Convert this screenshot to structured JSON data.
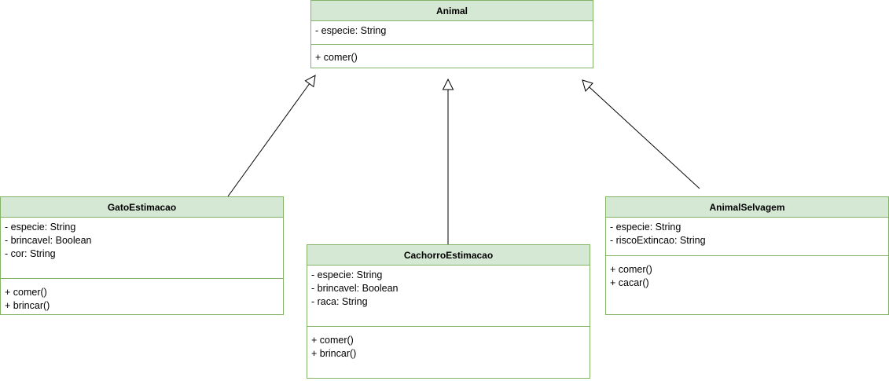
{
  "classes": {
    "animal": {
      "name": "Animal",
      "attributes": [
        "- especie: String"
      ],
      "methods": [
        "+ comer()"
      ]
    },
    "gato": {
      "name": "GatoEstimacao",
      "attributes": [
        "- especie: String",
        "- brincavel: Boolean",
        "- cor: String"
      ],
      "methods": [
        "+ comer()",
        "+ brincar()"
      ]
    },
    "cachorro": {
      "name": "CachorroEstimacao",
      "attributes": [
        "- especie: String",
        "- brincavel: Boolean",
        "- raca: String"
      ],
      "methods": [
        "+ comer()",
        "+ brincar()"
      ]
    },
    "selvagem": {
      "name": "AnimalSelvagem",
      "attributes": [
        "- especie: String",
        "- riscoExtincao: String"
      ],
      "methods": [
        "+ comer()",
        "+ cacar()"
      ]
    }
  },
  "relations": [
    {
      "from": "GatoEstimacao",
      "to": "Animal",
      "type": "generalization"
    },
    {
      "from": "CachorroEstimacao",
      "to": "Animal",
      "type": "generalization"
    },
    {
      "from": "AnimalSelvagem",
      "to": "Animal",
      "type": "generalization"
    }
  ],
  "colors": {
    "header_fill": "#d5e8d4",
    "border": "#82b366",
    "line": "#000000"
  }
}
